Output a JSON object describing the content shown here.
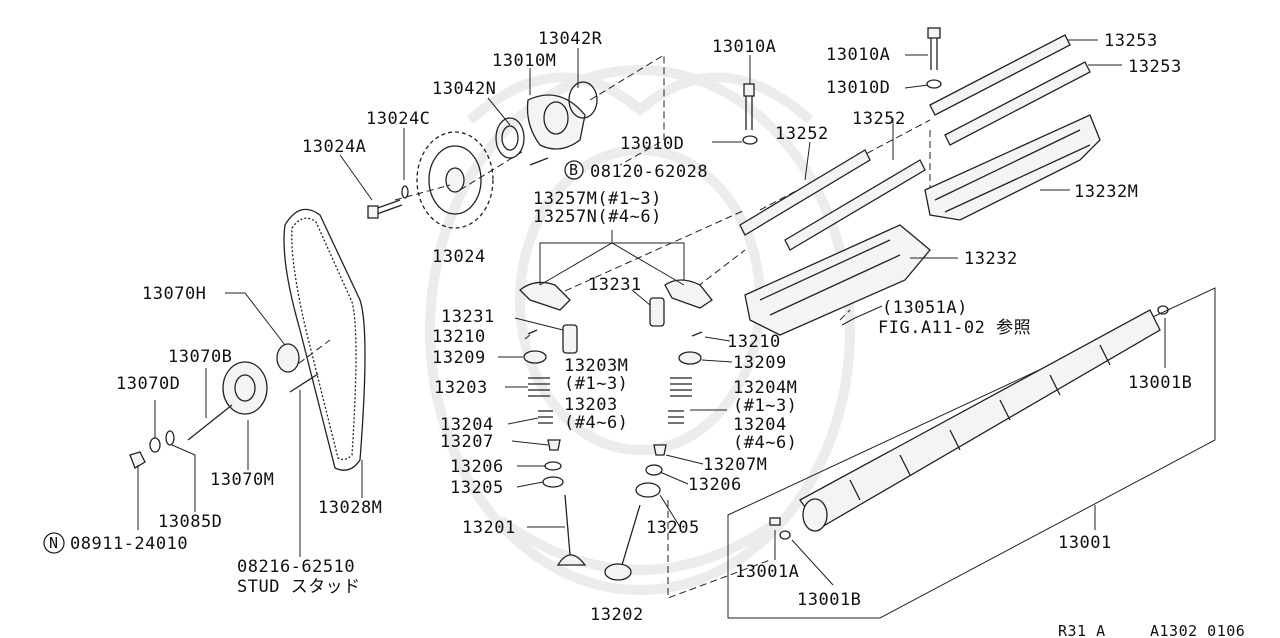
{
  "footer": {
    "left": "R31 A",
    "right": "A1302 0106"
  },
  "labels": {
    "p13042R": "13042R",
    "p13010M": "13010M",
    "p13042N": "13042N",
    "p13024C": "13024C",
    "p13024A": "13024A",
    "p13024": "13024",
    "p13010A_1": "13010A",
    "p13010D_1": "13010D",
    "p13010A_2": "13010A",
    "p13010D_2": "13010D",
    "p08120": "08120-62028",
    "p13253_1": "13253",
    "p13253_2": "13253",
    "p13252_1": "13252",
    "p13252_2": "13252",
    "p13232M": "13232M",
    "p13232": "13232",
    "p13257M": "13257M(#1~3)",
    "p13257N": "13257N(#4~6)",
    "p13231_1": "13231",
    "p13231_2": "13231",
    "p13051A": "(13051A)",
    "pFig": "FIG.A11-02 参照",
    "p13070H": "13070H",
    "p13070B": "13070B",
    "p13070D": "13070D",
    "p13070M": "13070M",
    "p13085D": "13085D",
    "p08911": "08911-24010",
    "p08216": "08216-62510",
    "pStud": "STUD スタッド",
    "p13028M": "13028M",
    "p13210_1": "13210",
    "p13209_1": "13209",
    "p13203M": "13203M",
    "p13203M_sub": "(#1~3)",
    "p13203": "13203",
    "p13203_sub": "(#4~6)",
    "p13204": "13204",
    "p13207": "13207",
    "p13206": "13206",
    "p13205": "13205",
    "p13201": "13201",
    "p13202": "13202",
    "p13210_2": "13210",
    "p13209_2": "13209",
    "p13204M": "13204M",
    "p13204M_sub": "(#1~3)",
    "p13204_2": "13204",
    "p13204_2_sub": "(#4~6)",
    "p13207M": "13207M",
    "p13206_2": "13206",
    "p13205_2": "13205",
    "p13001": "13001",
    "p13001A": "13001A",
    "p13001B_1": "13001B",
    "p13001B_2": "13001B"
  },
  "callouts": {
    "bolt": "B",
    "nut": "N"
  }
}
